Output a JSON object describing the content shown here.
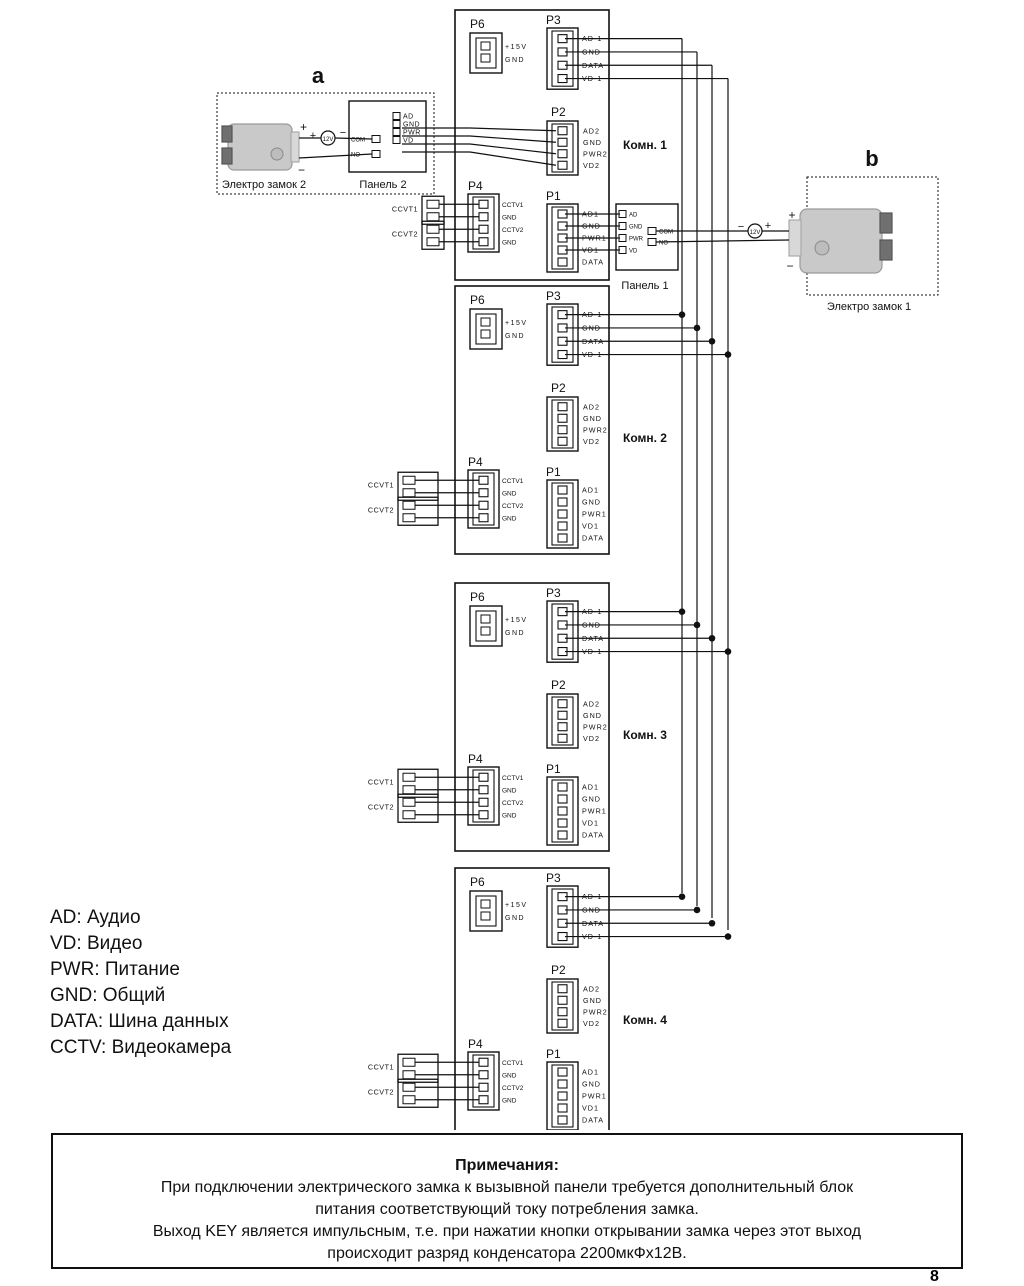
{
  "labels": {
    "a": "a",
    "b": "b",
    "lock2": "Электро замок 2",
    "panel2": "Панель 2",
    "lock1": "Электро замок 1",
    "panel1": "Панель 1",
    "voltage": "12V",
    "plus": "+",
    "minus": "−"
  },
  "panel_pins": [
    "AD",
    "GND",
    "PWR",
    "VD"
  ],
  "relay_pins": [
    "COM",
    "NO"
  ],
  "p6_pins": [
    "+15V",
    "GND"
  ],
  "p3_pins": [
    "AD-1",
    "GND",
    "DATA",
    "VD-1"
  ],
  "p2_pins": [
    "AD2",
    "GND",
    "PWR2",
    "VD2"
  ],
  "p1_pins": [
    "AD1",
    "GND",
    "PWR1",
    "VD1",
    "DATA"
  ],
  "p4_pins": [
    "CCTV1",
    "GND",
    "CCTV2",
    "GND"
  ],
  "cam_labels": [
    "CCVT1",
    "CCVT2"
  ],
  "monitors": [
    {
      "name": "Комн. 1",
      "p6": "P6",
      "p3": "P3",
      "p2": "P2",
      "p4": "P4",
      "p1": "P1"
    },
    {
      "name": "Комн. 2",
      "p6": "P6",
      "p3": "P3",
      "p2": "P2",
      "p4": "P4",
      "p1": "P1"
    },
    {
      "name": "Комн. 3",
      "p6": "P6",
      "p3": "P3",
      "p2": "P2",
      "p4": "P4",
      "p1": "P1"
    },
    {
      "name": "Комн. 4",
      "p6": "P6",
      "p3": "P3",
      "p2": "P2",
      "p4": "P4",
      "p1": "P1"
    }
  ],
  "legend": [
    "AD: Аудио",
    "VD: Видео",
    "PWR: Питание",
    "GND: Общий",
    "DATA: Шина данных",
    "CCTV: Видеокамера"
  ],
  "notes": {
    "title": "Примечания:",
    "lines": [
      "При подключении электрического замка к вызывной панели требуется дополнительный блок",
      "питания соответствующий току потребления замка.",
      "Выход KEY является импульсным, т.е. при нажатии кнопки открывании замка через этот выход",
      "происходит разряд конденсатора 2200мкФх12В."
    ]
  },
  "page_number": "8"
}
